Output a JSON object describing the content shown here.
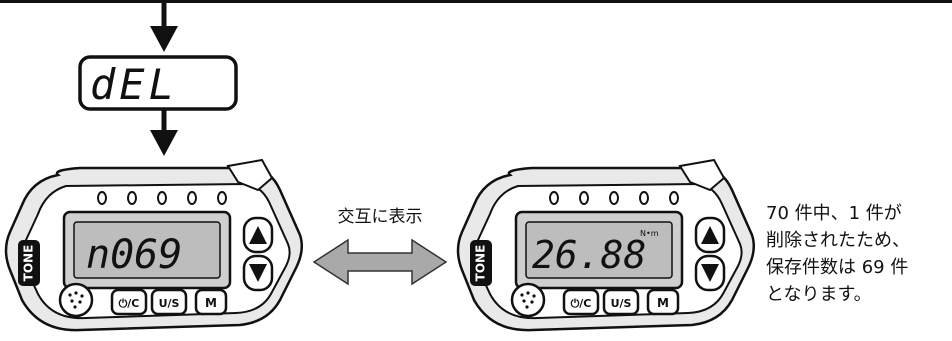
{
  "flow": {
    "step_display": "dEL",
    "alternate_label": "交互に表示"
  },
  "devices": {
    "left": {
      "brand": "TONE",
      "lcd_text": "n069",
      "buttons": {
        "power": "⏻/C",
        "unit": "U/S",
        "mode": "M"
      }
    },
    "right": {
      "brand": "TONE",
      "lcd_text": "26.88",
      "unit": "N•m",
      "buttons": {
        "power": "⏻/C",
        "unit": "U/S",
        "mode": "M"
      }
    }
  },
  "note_lines": [
    "70 件中、1 件が",
    "削除されたため、",
    "保存件数は 69 件",
    "となります。"
  ]
}
